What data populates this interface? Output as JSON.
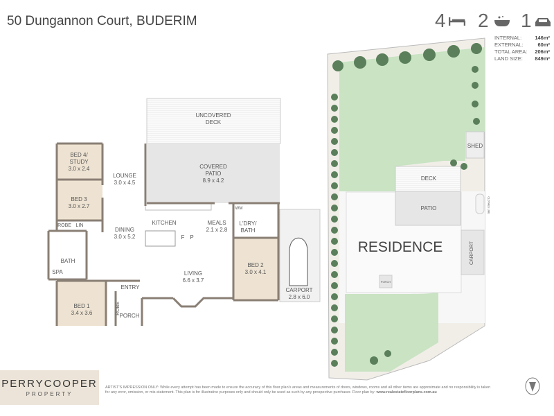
{
  "title": "50 Dungannon Court, BUDERIM",
  "features": {
    "beds": "4",
    "baths": "2",
    "cars": "1",
    "bed_icon": "bed-icon",
    "bath_icon": "bath-icon",
    "car_icon": "car-icon"
  },
  "areas": [
    {
      "label": "INTERNAL:",
      "value": "146m²"
    },
    {
      "label": "EXTERNAL:",
      "value": "60m²"
    },
    {
      "label": "TOTAL AREA:",
      "value": "206m²"
    },
    {
      "label": "LAND SIZE:",
      "value": "849m²"
    }
  ],
  "rooms": {
    "deck": [
      "UNCOVERED",
      "DECK"
    ],
    "patio": [
      "COVERED",
      "PATIO",
      "8.9 x 4.2"
    ],
    "bed4": [
      "BED 4/",
      "STUDY",
      "3.0 x 2.4"
    ],
    "lounge": [
      "LOUNGE",
      "3.0 x 4.5"
    ],
    "bed3": [
      "BED 3",
      "3.0 x 2.7"
    ],
    "robe": "ROBE",
    "lin": "LIN",
    "dining": [
      "DINING",
      "3.0 x 5.2"
    ],
    "kitchen": "KITCHEN",
    "f": "F",
    "p": "P",
    "meals": [
      "MEALS",
      "2.1 x 2.8"
    ],
    "wm": "WM",
    "ldry": [
      "L'DRY/",
      "BATH"
    ],
    "bath": "BATH",
    "spa": "SPA",
    "bed2": [
      "BED 2",
      "3.0 x 4.1"
    ],
    "living": [
      "LIVING",
      "6.6 x 3.7"
    ],
    "entry": "ENTRY",
    "bed1": [
      "BED 1",
      "3.4 x 3.6"
    ],
    "robe2": "ROBE",
    "porch": "PORCH",
    "carport": [
      "CARPORT",
      "2.8 x 6.0"
    ]
  },
  "site": {
    "shed": "SHED",
    "deck": "DECK",
    "patio": "PATIO",
    "clothes": "CLOTHES LINE",
    "residence": "RESIDENCE",
    "carport": "CARPORT",
    "porch": "PORCH"
  },
  "footer": {
    "logo_top": "PERRYCOOPER",
    "logo_bottom": "PROPERTY",
    "disclaimer": "ARTIST'S IMPRESSION ONLY: While every attempt has been made to ensure the accuracy of this floor plan's areas and measurements of doors, windows, rooms and all other items are approximate and no responsibility is taken for any error, omission, or mis-statement. This plan is for illustrative purposes only and should only be used as such by any prospective purchaser. Floor plan by:",
    "site": "www.realestatefloorplans.com.au",
    "compass_icon": "north-compass-icon"
  },
  "colors": {
    "bedroom": "#eee3d2",
    "patio": "#e6e6e6",
    "lawn": "#c9e3c3",
    "tree": "#5a7f5a",
    "wall": "#8a7f74"
  }
}
